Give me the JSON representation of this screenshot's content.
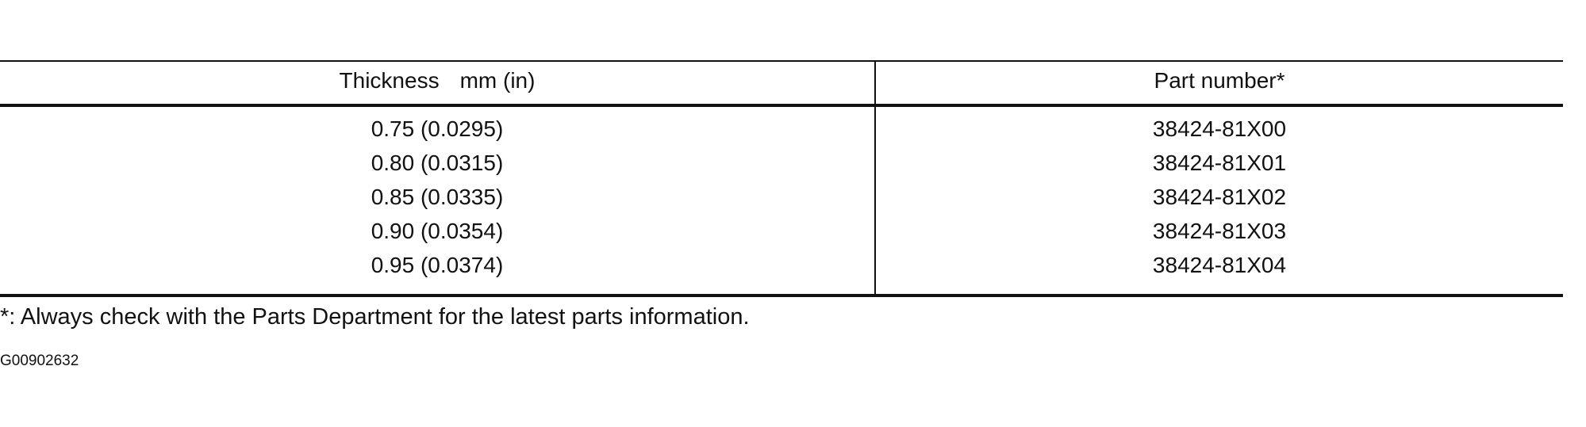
{
  "table": {
    "headers": {
      "thickness": "Thickness",
      "thickness_unit": "mm (in)",
      "part_number": "Part number*"
    },
    "rows": [
      {
        "thickness": "0.75 (0.0295)",
        "part_number": "38424-81X00"
      },
      {
        "thickness": "0.80 (0.0315)",
        "part_number": "38424-81X01"
      },
      {
        "thickness": "0.85 (0.0335)",
        "part_number": "38424-81X02"
      },
      {
        "thickness": "0.90 (0.0354)",
        "part_number": "38424-81X03"
      },
      {
        "thickness": "0.95 (0.0374)",
        "part_number": "38424-81X04"
      }
    ]
  },
  "footnote": "*: Always check with the Parts Department for the latest parts information.",
  "figure_id": "G00902632"
}
